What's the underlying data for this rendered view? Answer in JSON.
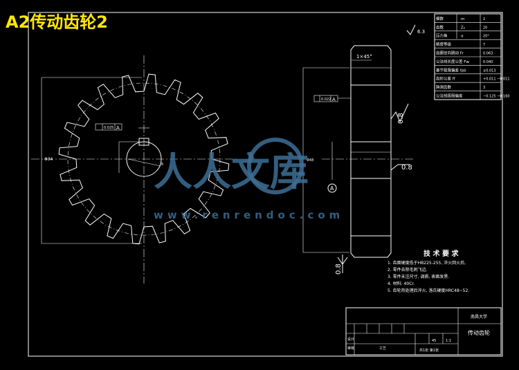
{
  "title": "A2传动齿轮2",
  "param_table": [
    [
      "模数",
      "m",
      "2"
    ],
    [
      "齿数",
      "Z₂",
      "20"
    ],
    [
      "压力角",
      "α",
      "20°"
    ],
    [
      "精度等级",
      "",
      "7"
    ],
    [
      "齿圈径向跳动 Fr",
      "",
      "0.063"
    ],
    [
      "公法线长度公差 Fw",
      "",
      "0.040"
    ],
    [
      "基节极限偏差 fpb",
      "",
      "±0.013"
    ],
    [
      "齿形公差 ff",
      "",
      "+0.011 −0.011"
    ],
    [
      "跨测齿数",
      "",
      "3"
    ],
    [
      "公法线极限偏差",
      "",
      "−0.125 −0.160"
    ]
  ],
  "annotations": {
    "chamfer": "1×45°",
    "roughness_top": "6.3",
    "roughness_side": "0.8",
    "roughness_center": "0.8",
    "roughness_bottom": "0.8",
    "tolerance_ref": "A",
    "tol_front": "0.025",
    "tol_side": "0.022",
    "datum": "A",
    "dia_label": "Φ34",
    "bore_label": "Φ48",
    "small_label": "6"
  },
  "tech_req": {
    "heading": "技 术 要 求",
    "items": [
      "1. 齿面硬度低于HB225-255, 淬火回火后,",
      "2. 零件去除毛刺飞边.",
      "3. 零件未注尺寸, 调质, 表面发黑.",
      "4. 材料: 40Cr.",
      "5. 齿轮热处理后淬火, 洛氏硬度HRC48~52."
    ]
  },
  "title_block": {
    "school": "南昌大学",
    "part_name": "传动齿轮",
    "scale": "1:1",
    "sheet": "共1张 第1张",
    "material": "45",
    "designer": "设计",
    "checker": "审核",
    "process": "工艺"
  },
  "watermark": {
    "logo_text": "人人文库",
    "url": "www.renrendoc.com"
  }
}
